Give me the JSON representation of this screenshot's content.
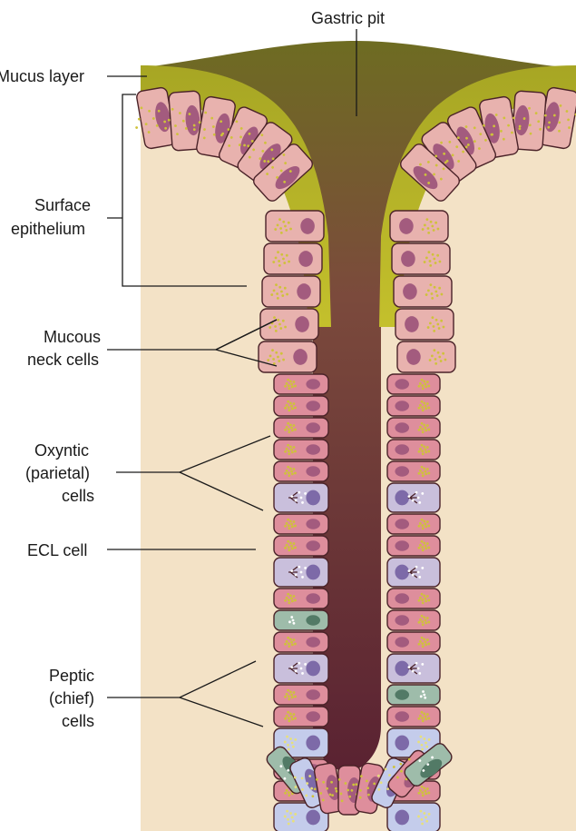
{
  "labels": {
    "gastric_pit": "Gastric pit",
    "mucus_layer": "Mucus layer",
    "surface_epithelium": [
      "Surface",
      "epithelium"
    ],
    "mucous_neck_cells": [
      "Mucous",
      "neck cells"
    ],
    "oxyntic_cells": [
      "Oxyntic",
      "(parietal)",
      "cells"
    ],
    "ecl_cell": "ECL cell",
    "peptic_cells": [
      "Peptic",
      "(chief)",
      "cells"
    ]
  },
  "colors": {
    "lamina_propria": "#f3e2c6",
    "mucus": "#b9b72a",
    "lumen_top": "#6c6a22",
    "lumen_bottom": "#5a2433",
    "surface_cell": "#e8b2ae",
    "neck_cell": "#de8e9c",
    "parietal_cell": "#c9bfdc",
    "chief_cell": "#c4cceb",
    "ecl_cell": "#9ebcaa",
    "cell_outline": "#4a2228",
    "granule": "#cfc23a"
  }
}
